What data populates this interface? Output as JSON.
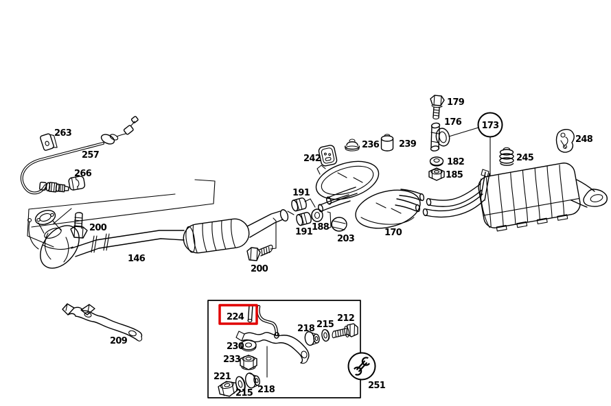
{
  "diagram": {
    "kind": "exploded-parts-diagram",
    "subject": "exhaust-system",
    "background_color": "#ffffff",
    "line_color": "#000000",
    "highlight_color": "#e10000",
    "highlighted_part": "224"
  },
  "callouts": {
    "figure_reference": "173",
    "tool_reference": "251"
  },
  "labels": [
    {
      "id": "263",
      "text": "263"
    },
    {
      "id": "257",
      "text": "257"
    },
    {
      "id": "266",
      "text": "266"
    },
    {
      "id": "200-a",
      "text": "200"
    },
    {
      "id": "146",
      "text": "146"
    },
    {
      "id": "200-b",
      "text": "200"
    },
    {
      "id": "191-a",
      "text": "191"
    },
    {
      "id": "191-b",
      "text": "191"
    },
    {
      "id": "188",
      "text": "188"
    },
    {
      "id": "203",
      "text": "203"
    },
    {
      "id": "242",
      "text": "242"
    },
    {
      "id": "236",
      "text": "236"
    },
    {
      "id": "239",
      "text": "239"
    },
    {
      "id": "170",
      "text": "170"
    },
    {
      "id": "179",
      "text": "179"
    },
    {
      "id": "176",
      "text": "176"
    },
    {
      "id": "173",
      "text": "173"
    },
    {
      "id": "182",
      "text": "182"
    },
    {
      "id": "185",
      "text": "185"
    },
    {
      "id": "245",
      "text": "245"
    },
    {
      "id": "248",
      "text": "248"
    },
    {
      "id": "209",
      "text": "209"
    },
    {
      "id": "224",
      "text": "224"
    },
    {
      "id": "230",
      "text": "230"
    },
    {
      "id": "233",
      "text": "233"
    },
    {
      "id": "218-a",
      "text": "218"
    },
    {
      "id": "215-a",
      "text": "215"
    },
    {
      "id": "212",
      "text": "212"
    },
    {
      "id": "221",
      "text": "221"
    },
    {
      "id": "215-b",
      "text": "215"
    },
    {
      "id": "218-b",
      "text": "218"
    },
    {
      "id": "251",
      "text": "251"
    }
  ]
}
